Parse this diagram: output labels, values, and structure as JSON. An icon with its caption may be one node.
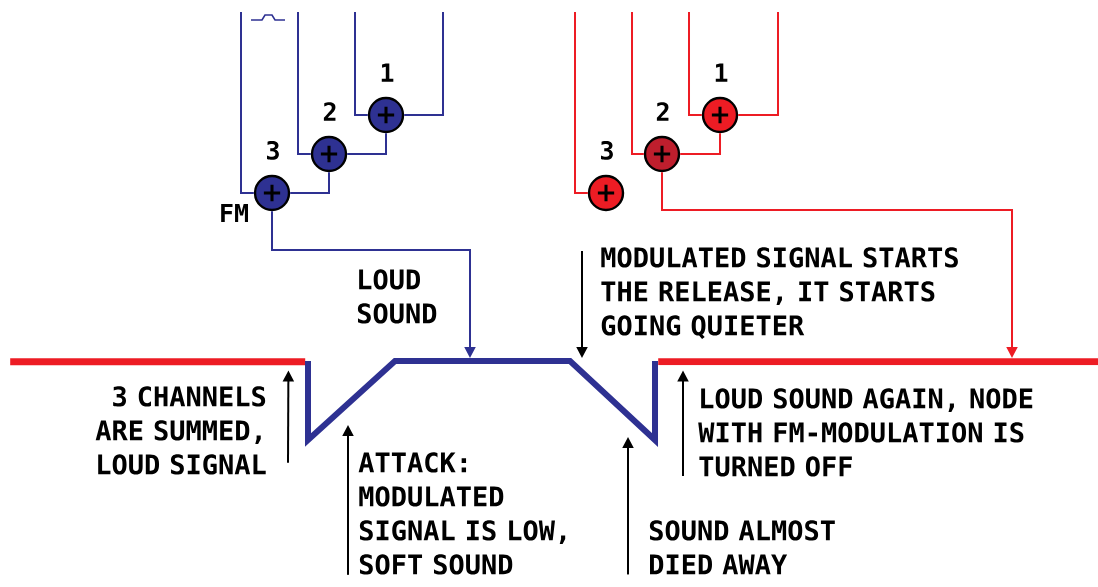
{
  "diagram": {
    "nodes": [
      {
        "text": [
          "+"
        ],
        "beside": [
          "1"
        ]
      },
      {
        "text": [
          "+"
        ],
        "beside": [
          "2"
        ]
      },
      {
        "text": [
          "+"
        ],
        "beside": [
          "3",
          "FM"
        ]
      },
      {
        "text": [
          "+"
        ],
        "beside": [
          "1"
        ]
      },
      {
        "text": [
          "+"
        ],
        "beside": [
          "2"
        ]
      },
      {
        "text": [
          "+"
        ],
        "beside": [
          "3"
        ]
      },
      {
        "text": [],
        "shape": "line"
      },
      {
        "text": [],
        "shape": "line"
      },
      {
        "text": [],
        "shape": "line"
      },
      {
        "text": [
          "MODULATED SIGNAL STARTS THE RELEASE, IT STARTS GOING QUIETER"
        ]
      },
      {
        "text": [
          "3 CHANNELS ARE SUMMED, LOUD SIGNAL"
        ]
      },
      {
        "text": [
          "ATTACK: MODULATED SIGNAL IS LOW, SOFT SOUND"
        ]
      },
      {
        "text": [
          "SOUND ALMOST DIED AWAY"
        ]
      },
      {
        "text": [
          "LOUD SOUND AGAIN, NODE WITH FM-MODULATION IS TURNED OFF"
        ]
      }
    ],
    "edges": [
      {
        "from": null,
        "to": 0,
        "arrow": "none",
        "color": "#2e3192"
      },
      {
        "from": null,
        "to": 0,
        "arrow": "none",
        "color": "#2e3192"
      },
      {
        "from": null,
        "to": 1,
        "arrow": "none",
        "color": "#2e3192"
      },
      {
        "from": 0,
        "to": 1,
        "arrow": "none",
        "color": "#2e3192"
      },
      {
        "from": null,
        "to": 2,
        "arrow": "none",
        "color": "#2e3192"
      },
      {
        "from": 1,
        "to": 2,
        "arrow": "none",
        "color": "#2e3192"
      },
      {
        "from": 2,
        "to": 7,
        "arrow": "to",
        "color": "#2e3192",
        "label": "LOUD SOUND"
      },
      {
        "from": null,
        "to": 3,
        "arrow": "none",
        "color": "#ed1c24"
      },
      {
        "from": null,
        "to": 3,
        "arrow": "none",
        "color": "#ed1c24"
      },
      {
        "from": null,
        "to": 4,
        "arrow": "none",
        "color": "#ed1c24"
      },
      {
        "from": 3,
        "to": 4,
        "arrow": "none",
        "color": "#ed1c24"
      },
      {
        "from": null,
        "to": 5,
        "arrow": "none",
        "color": "#ed1c24"
      },
      {
        "from": 4,
        "to": 8,
        "arrow": "to",
        "color": "#ed1c24"
      },
      {
        "from": 9,
        "to": 7,
        "arrow": "to",
        "color": "#000000"
      },
      {
        "from": 10,
        "to": 6,
        "arrow": "to",
        "color": "#000000"
      },
      {
        "from": 11,
        "to": 7,
        "arrow": "to",
        "color": "#000000"
      },
      {
        "from": 12,
        "to": 7,
        "arrow": "to",
        "color": "#000000"
      },
      {
        "from": 13,
        "to": 8,
        "arrow": "to",
        "color": "#000000"
      }
    ]
  }
}
